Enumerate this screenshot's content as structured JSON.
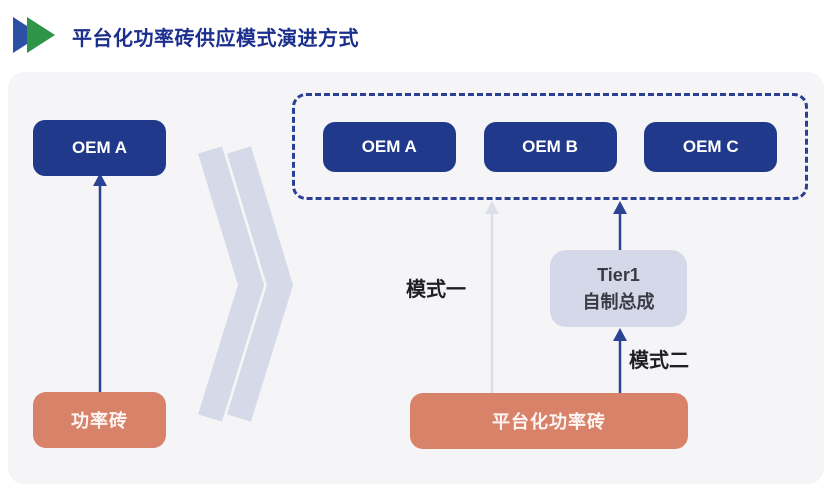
{
  "header": {
    "title": "平台化功率砖供应模式演进方式"
  },
  "before": {
    "oem_label": "OEM A",
    "source_label": "功率砖"
  },
  "after": {
    "oem_labels": [
      "OEM A",
      "OEM B",
      "OEM C"
    ],
    "tier1_line1": "Tier1",
    "tier1_line2": "自制总成",
    "mode1_label": "模式一",
    "mode2_label": "模式二",
    "source_label": "平台化功率砖"
  },
  "colors": {
    "navy_box": "#20398b",
    "salmon_box": "#d9826a",
    "lavender_box": "#d4d8e8",
    "dashed_border": "#2b3f93",
    "dark_arrow": "#2a4392",
    "light_arrow": "#dcdfe9",
    "chevron": "#d5d9e8",
    "card_bg": "#f5f5f7",
    "title_text": "#1c2f8c",
    "mode_text": "#1e1e24",
    "icon_blue": "#2b50a5",
    "icon_green": "#2e9447"
  }
}
